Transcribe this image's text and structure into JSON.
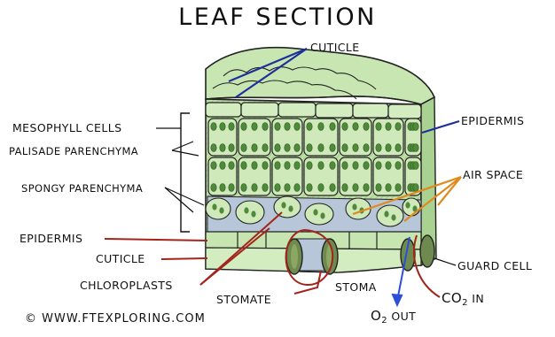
{
  "title": "LEAF SECTION",
  "labels": {
    "cuticle_top": "CUTICLE",
    "mesophyll": "MESOPHYLL CELLS",
    "palisade": "PALISADE PARENCHYMA",
    "spongy": "SPONGY PARENCHYMA",
    "epidermis_left": "EPIDERMIS",
    "cuticle_bottom": "CUTICLE",
    "chloroplasts": "CHLOROPLASTS",
    "stomate": "STOMATE",
    "stoma": "STOMA",
    "epidermis_right": "EPIDERMIS",
    "air_space": "AIR SPACE",
    "guard_cell": "GUARD CELL",
    "co2_main": "CO",
    "co2_sub": "2",
    "co2_suffix": " IN",
    "o2_main": "O",
    "o2_sub": "2",
    "o2_suffix": " OUT"
  },
  "copyright": "© WWW.FTEXPLORING.COM",
  "colors": {
    "leaf_green": "#b9dca2",
    "chloroplast": "#4f8a3a",
    "air_space": "#b7c6d8",
    "outline": "#222222",
    "blue_lines": "#1e2f9c",
    "red_lines": "#a3241c",
    "orange_lines": "#e08a1e",
    "arrow_blue": "#2b4fd8"
  }
}
